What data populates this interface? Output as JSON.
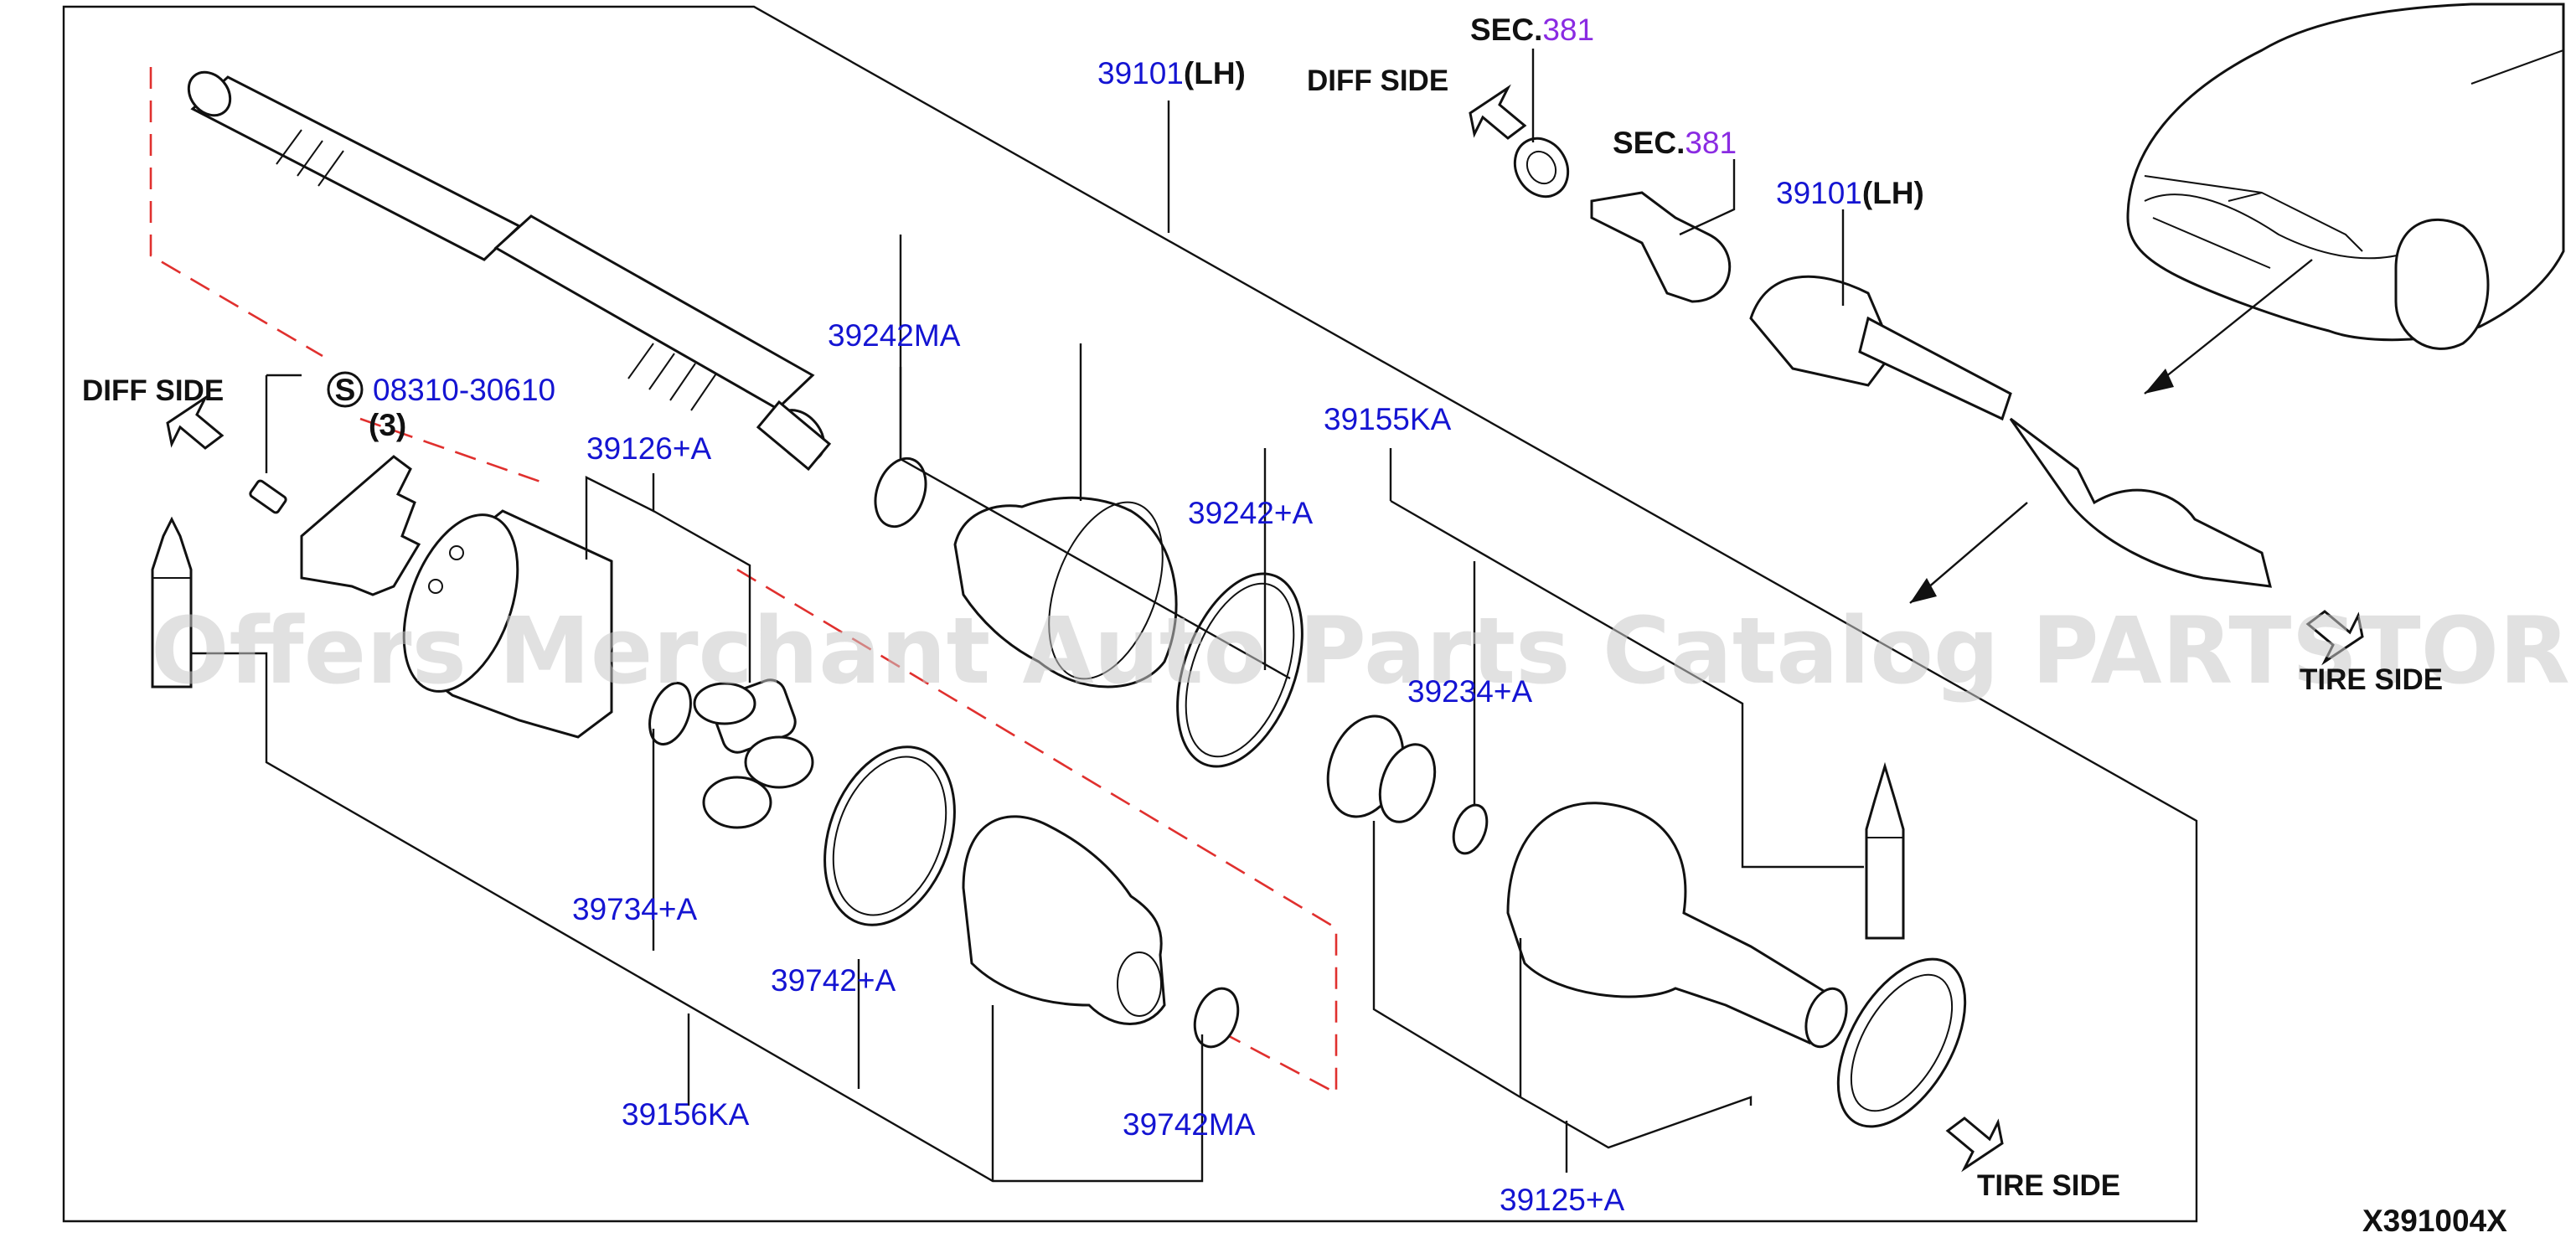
{
  "diagram": {
    "code": "X391004X",
    "watermark": "Offers Merchant Auto Parts Catalog PARTSTORE.SA",
    "side_labels": {
      "diff_side_left": "DIFF SIDE",
      "diff_side_top": "DIFF SIDE",
      "tire_side_bottom": "TIRE SIDE",
      "tire_side_right": "TIRE SIDE"
    },
    "section_refs": [
      {
        "prefix": "SEC.",
        "number": "381"
      },
      {
        "prefix": "SEC.",
        "number": "381"
      }
    ],
    "bolt": {
      "symbol": "S",
      "part": "08310-30610",
      "qty": "(3)"
    },
    "parts": [
      {
        "number": "39101",
        "suffix": "(LH)"
      },
      {
        "number": "39101",
        "suffix": "(LH)"
      },
      {
        "number": "39242MA"
      },
      {
        "number": "39126+A"
      },
      {
        "number": "39155KA"
      },
      {
        "number": "39242+A"
      },
      {
        "number": "39234+A"
      },
      {
        "number": "39734+A"
      },
      {
        "number": "39742+A"
      },
      {
        "number": "39156KA"
      },
      {
        "number": "39742MA"
      },
      {
        "number": "39125+A"
      }
    ],
    "colors": {
      "part_number": "#1414d2",
      "section_number": "#8a2be2",
      "hidden_line": "#e0302e"
    }
  }
}
